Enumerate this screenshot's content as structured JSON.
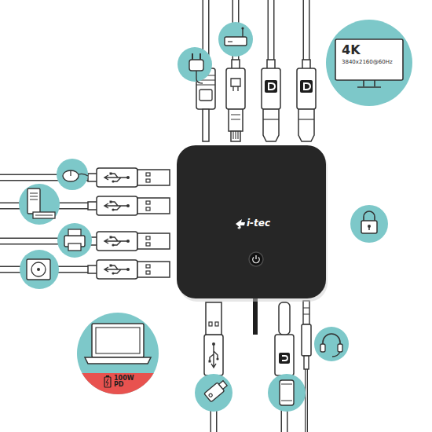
{
  "diagram": {
    "nodes": [
      {
        "text": [
          "i-tec"
        ]
      },
      {
        "text": [
          "4K",
          "3840x2160@60Hz"
        ]
      },
      {
        "text": [
          "100W PD"
        ]
      }
    ]
  }
}
